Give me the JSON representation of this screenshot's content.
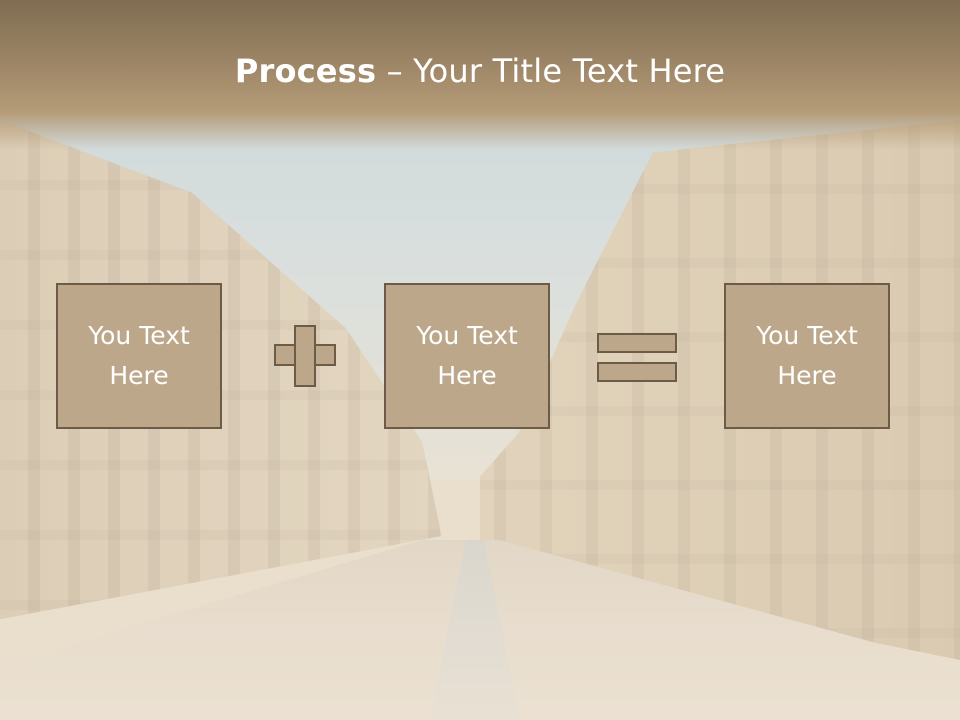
{
  "slide": {
    "title_bold": "Process",
    "title_rest": " – Your Title Text Here",
    "background_image": "old-town-stone-street-photo"
  },
  "colors": {
    "title_band": "#9b8465",
    "box_fill": "#bca78a",
    "box_border": "#6b5b47",
    "text": "#ffffff"
  },
  "process": {
    "steps": [
      {
        "label": "You Text\nHere"
      },
      {
        "label": "You Text\nHere"
      },
      {
        "label": "You Text\nHere"
      }
    ],
    "operators": [
      "plus-icon",
      "equals-icon"
    ]
  }
}
